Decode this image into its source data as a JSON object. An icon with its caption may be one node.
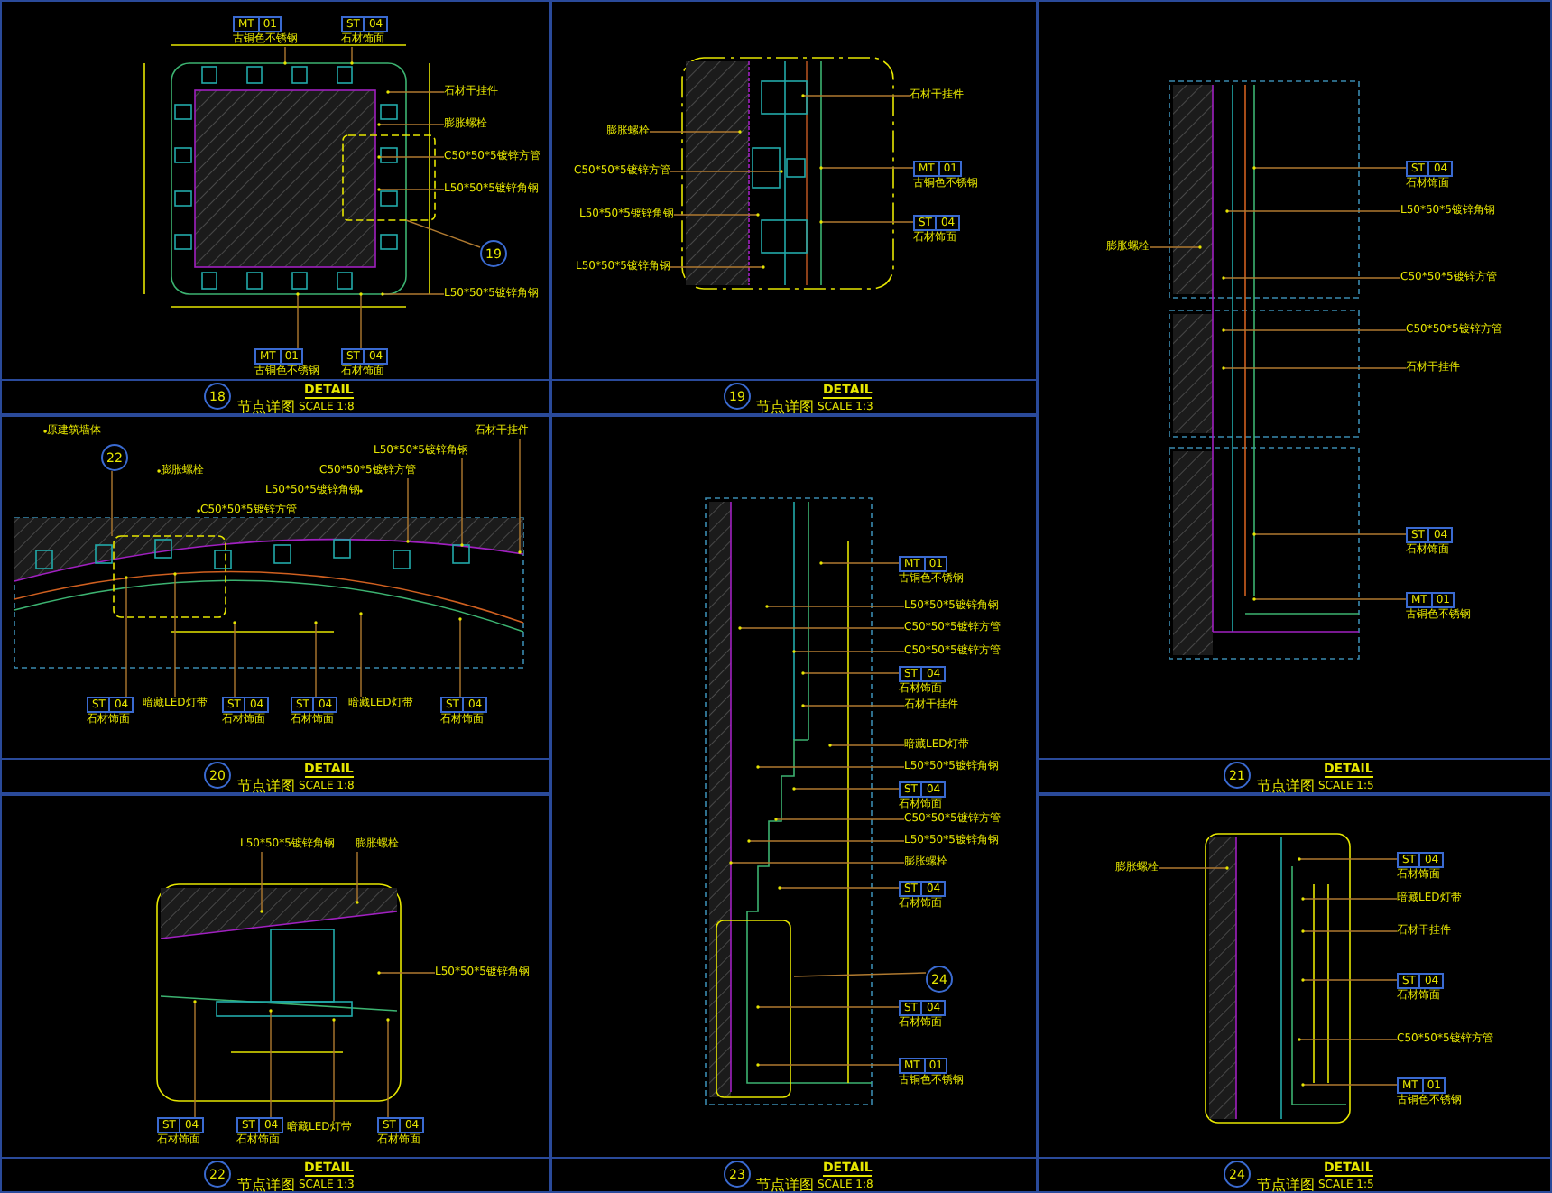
{
  "diagram": {
    "nodes": [
      {
        "text": [
          "DETAIL",
          "节点详图",
          "SCALE 1:8"
        ]
      },
      {
        "text": [
          "MT",
          "01",
          "古铜色不锈钢"
        ],
        "in": 0
      },
      {
        "text": [
          "ST",
          "04",
          "石材饰面"
        ],
        "in": 0
      },
      {
        "text": [
          "石材干挂件"
        ],
        "in": 0
      },
      {
        "text": [
          "膨胀螺栓"
        ],
        "in": 0
      },
      {
        "text": [
          "C50*50*5镀锌方管"
        ],
        "in": 0
      },
      {
        "text": [
          "L50*50*5镀锌角钢"
        ],
        "in": 0
      },
      {
        "text": [
          "19"
        ],
        "in": 0
      },
      {
        "text": [
          "L50*50*5镀锌角钢"
        ],
        "in": 0
      },
      {
        "text": [
          "MT",
          "01",
          "古铜色不锈钢"
        ],
        "in": 0
      },
      {
        "text": [
          "ST",
          "04",
          "石材饰面"
        ],
        "in": 0
      },
      {
        "text": [
          "DETAIL",
          "节点详图",
          "SCALE 1:3"
        ]
      },
      {
        "text": [
          "石材干挂件"
        ],
        "in": 11
      },
      {
        "text": [
          "膨胀螺栓"
        ],
        "in": 11
      },
      {
        "text": [
          "C50*50*5镀锌方管"
        ],
        "in": 11
      },
      {
        "text": [
          "MT",
          "01",
          "古铜色不锈钢"
        ],
        "in": 11
      },
      {
        "text": [
          "L50*50*5镀锌角钢"
        ],
        "in": 11
      },
      {
        "text": [
          "ST",
          "04",
          "石材饰面"
        ],
        "in": 11
      },
      {
        "text": [
          "L50*50*5镀锌角钢"
        ],
        "in": 11
      },
      {
        "text": [
          "DETAIL",
          "节点详图",
          "SCALE 1:5"
        ]
      },
      {
        "text": [
          "ST",
          "04",
          "石材饰面"
        ],
        "in": 19
      },
      {
        "text": [
          "膨胀螺栓"
        ],
        "in": 19
      },
      {
        "text": [
          "L50*50*5镀锌角钢"
        ],
        "in": 19
      },
      {
        "text": [
          "C50*50*5镀锌方管"
        ],
        "in": 19
      },
      {
        "text": [
          "C50*50*5镀锌方管"
        ],
        "in": 19
      },
      {
        "text": [
          "石材干挂件"
        ],
        "in": 19
      },
      {
        "text": [
          "ST",
          "04",
          "石材饰面"
        ],
        "in": 19
      },
      {
        "text": [
          "MT",
          "01",
          "古铜色不锈钢"
        ],
        "in": 19
      },
      {
        "text": [
          "DETAIL",
          "节点详图",
          "SCALE 1:8"
        ]
      },
      {
        "text": [
          "原建筑墙体"
        ],
        "in": 28
      },
      {
        "text": [
          "22"
        ],
        "in": 28
      },
      {
        "text": [
          "C50*50*5镀锌方管"
        ],
        "in": 28
      },
      {
        "text": [
          "L50*50*5镀锌角钢"
        ],
        "in": 28
      },
      {
        "text": [
          "膨胀螺栓"
        ],
        "in": 28
      },
      {
        "text": [
          "C50*50*5镀锌方管"
        ],
        "in": 28
      },
      {
        "text": [
          "L50*50*5镀锌角钢"
        ],
        "in": 28
      },
      {
        "text": [
          "石材干挂件"
        ],
        "in": 28
      },
      {
        "text": [
          "ST",
          "04",
          "石材饰面"
        ],
        "in": 28
      },
      {
        "text": [
          "暗藏LED灯带"
        ],
        "in": 28
      },
      {
        "text": [
          "ST",
          "04",
          "石材饰面"
        ],
        "in": 28
      },
      {
        "text": [
          "ST",
          "04",
          "石材饰面"
        ],
        "in": 28
      },
      {
        "text": [
          "暗藏LED灯带"
        ],
        "in": 28
      },
      {
        "text": [
          "ST",
          "04",
          "石材饰面"
        ],
        "in": 28
      },
      {
        "text": [
          "DETAIL",
          "节点详图",
          "SCALE 1:8"
        ]
      },
      {
        "text": [
          "MT",
          "01",
          "古铜色不锈钢"
        ],
        "in": 43
      },
      {
        "text": [
          "L50*50*5镀锌角钢"
        ],
        "in": 43
      },
      {
        "text": [
          "C50*50*5镀锌方管"
        ],
        "in": 43
      },
      {
        "text": [
          "C50*50*5镀锌方管"
        ],
        "in": 43
      },
      {
        "text": [
          "ST",
          "04",
          "石材饰面"
        ],
        "in": 43
      },
      {
        "text": [
          "石材干挂件"
        ],
        "in": 43
      },
      {
        "text": [
          "暗藏LED灯带"
        ],
        "in": 43
      },
      {
        "text": [
          "L50*50*5镀锌角钢"
        ],
        "in": 43
      },
      {
        "text": [
          "ST",
          "04",
          "石材饰面"
        ],
        "in": 43
      },
      {
        "text": [
          "C50*50*5镀锌方管"
        ],
        "in": 43
      },
      {
        "text": [
          "L50*50*5镀锌角钢"
        ],
        "in": 43
      },
      {
        "text": [
          "膨胀螺栓"
        ],
        "in": 43
      },
      {
        "text": [
          "ST",
          "04",
          "石材饰面"
        ],
        "in": 43
      },
      {
        "text": [
          "24"
        ],
        "in": 43
      },
      {
        "text": [
          "ST",
          "04",
          "石材饰面"
        ],
        "in": 43
      },
      {
        "text": [
          "MT",
          "01",
          "古铜色不锈钢"
        ],
        "in": 43
      },
      {
        "text": [
          "DETAIL",
          "节点详图",
          "SCALE 1:3"
        ]
      },
      {
        "text": [
          "L50*50*5镀锌角钢"
        ],
        "in": 60
      },
      {
        "text": [
          "膨胀螺栓"
        ],
        "in": 60
      },
      {
        "text": [
          "L50*50*5镀锌角钢"
        ],
        "in": 60
      },
      {
        "text": [
          "ST",
          "04",
          "石材饰面"
        ],
        "in": 60
      },
      {
        "text": [
          "ST",
          "04",
          "石材饰面"
        ],
        "in": 60
      },
      {
        "text": [
          "暗藏LED灯带"
        ],
        "in": 60
      },
      {
        "text": [
          "ST",
          "04",
          "石材饰面"
        ],
        "in": 60
      },
      {
        "text": [
          "DETAIL",
          "节点详图",
          "SCALE 1:5"
        ]
      },
      {
        "text": [
          "膨胀螺栓"
        ],
        "in": 68
      },
      {
        "text": [
          "ST",
          "04",
          "石材饰面"
        ],
        "in": 68
      },
      {
        "text": [
          "暗藏LED灯带"
        ],
        "in": 68
      },
      {
        "text": [
          "石材干挂件"
        ],
        "in": 68
      },
      {
        "text": [
          "ST",
          "04",
          "石材饰面"
        ],
        "in": 68
      },
      {
        "text": [
          "C50*50*5镀锌方管"
        ],
        "in": 68
      },
      {
        "text": [
          "MT",
          "01",
          "古铜色不锈钢"
        ],
        "in": 68
      },
      {
        "text": [
          "18"
        ],
        "in": 0
      },
      {
        "text": [
          "19"
        ],
        "in": 11
      },
      {
        "text": [
          "21"
        ],
        "in": 19
      },
      {
        "text": [
          "20"
        ],
        "in": 28
      },
      {
        "text": [
          "23"
        ],
        "in": 43
      },
      {
        "text": [
          "22"
        ],
        "in": 60
      },
      {
        "text": [
          "24"
        ],
        "in": 68
      }
    ],
    "edges": [
      {
        "from": 1,
        "to": null,
        "arrow": "other"
      },
      {
        "from": 2,
        "to": null,
        "arrow": "other"
      },
      {
        "from": 3,
        "to": null,
        "arrow": "other"
      },
      {
        "from": 4,
        "to": null,
        "arrow": "other"
      },
      {
        "from": 5,
        "to": null,
        "arrow": "other"
      },
      {
        "from": 6,
        "to": null,
        "arrow": "other"
      },
      {
        "from": 7,
        "to": null,
        "arrow": "none"
      },
      {
        "from": 8,
        "to": null,
        "arrow": "other"
      },
      {
        "from": 9,
        "to": null,
        "arrow": "other"
      },
      {
        "from": 10,
        "to": null,
        "arrow": "other"
      },
      {
        "from": 12,
        "to": null,
        "arrow": "other"
      },
      {
        "from": 13,
        "to": null,
        "arrow": "other"
      },
      {
        "from": 14,
        "to": null,
        "arrow": "other"
      },
      {
        "from": 15,
        "to": null,
        "arrow": "other"
      },
      {
        "from": 16,
        "to": null,
        "arrow": "other"
      },
      {
        "from": 17,
        "to": null,
        "arrow": "other"
      },
      {
        "from": 18,
        "to": null,
        "arrow": "other"
      },
      {
        "from": 20,
        "to": null,
        "arrow": "other"
      },
      {
        "from": 21,
        "to": null,
        "arrow": "other"
      },
      {
        "from": 22,
        "to": null,
        "arrow": "other"
      },
      {
        "from": 23,
        "to": null,
        "arrow": "other"
      },
      {
        "from": 24,
        "to": null,
        "arrow": "other"
      },
      {
        "from": 25,
        "to": null,
        "arrow": "other"
      },
      {
        "from": 26,
        "to": null,
        "arrow": "other"
      },
      {
        "from": 27,
        "to": null,
        "arrow": "other"
      },
      {
        "from": 29,
        "to": null,
        "arrow": "other"
      },
      {
        "from": 30,
        "to": null,
        "arrow": "none"
      },
      {
        "from": 31,
        "to": null,
        "arrow": "other"
      },
      {
        "from": 32,
        "to": null,
        "arrow": "other"
      },
      {
        "from": 33,
        "to": null,
        "arrow": "other"
      },
      {
        "from": 34,
        "to": null,
        "arrow": "other"
      },
      {
        "from": 35,
        "to": null,
        "arrow": "other"
      },
      {
        "from": 36,
        "to": null,
        "arrow": "other"
      },
      {
        "from": 37,
        "to": null,
        "arrow": "other"
      },
      {
        "from": 38,
        "to": null,
        "arrow": "other"
      },
      {
        "from": 39,
        "to": null,
        "arrow": "other"
      },
      {
        "from": 40,
        "to": null,
        "arrow": "other"
      },
      {
        "from": 41,
        "to": null,
        "arrow": "other"
      },
      {
        "from": 42,
        "to": null,
        "arrow": "other"
      },
      {
        "from": 44,
        "to": null,
        "arrow": "other"
      },
      {
        "from": 45,
        "to": null,
        "arrow": "other"
      },
      {
        "from": 46,
        "to": null,
        "arrow": "other"
      },
      {
        "from": 47,
        "to": null,
        "arrow": "other"
      },
      {
        "from": 48,
        "to": null,
        "arrow": "other"
      },
      {
        "from": 49,
        "to": null,
        "arrow": "other"
      },
      {
        "from": 50,
        "to": null,
        "arrow": "other"
      },
      {
        "from": 51,
        "to": null,
        "arrow": "other"
      },
      {
        "from": 52,
        "to": null,
        "arrow": "other"
      },
      {
        "from": 53,
        "to": null,
        "arrow": "other"
      },
      {
        "from": 54,
        "to": null,
        "arrow": "other"
      },
      {
        "from": 55,
        "to": null,
        "arrow": "other"
      },
      {
        "from": 56,
        "to": null,
        "arrow": "other"
      },
      {
        "from": 57,
        "to": null,
        "arrow": "none"
      },
      {
        "from": 58,
        "to": null,
        "arrow": "other"
      },
      {
        "from": 59,
        "to": null,
        "arrow": "other"
      },
      {
        "from": 61,
        "to": null,
        "arrow": "other"
      },
      {
        "from": 62,
        "to": null,
        "arrow": "other"
      },
      {
        "from": 63,
        "to": null,
        "arrow": "other"
      },
      {
        "from": 64,
        "to": null,
        "arrow": "other"
      },
      {
        "from": 65,
        "to": null,
        "arrow": "other"
      },
      {
        "from": 66,
        "to": null,
        "arrow": "other"
      },
      {
        "from": 67,
        "to": null,
        "arrow": "other"
      },
      {
        "from": 69,
        "to": null,
        "arrow": "other"
      },
      {
        "from": 70,
        "to": null,
        "arrow": "other"
      },
      {
        "from": 71,
        "to": null,
        "arrow": "other"
      },
      {
        "from": 72,
        "to": null,
        "arrow": "other"
      },
      {
        "from": 73,
        "to": null,
        "arrow": "other"
      },
      {
        "from": 74,
        "to": null,
        "arrow": "other"
      },
      {
        "from": 75,
        "to": null,
        "arrow": "other"
      }
    ]
  }
}
